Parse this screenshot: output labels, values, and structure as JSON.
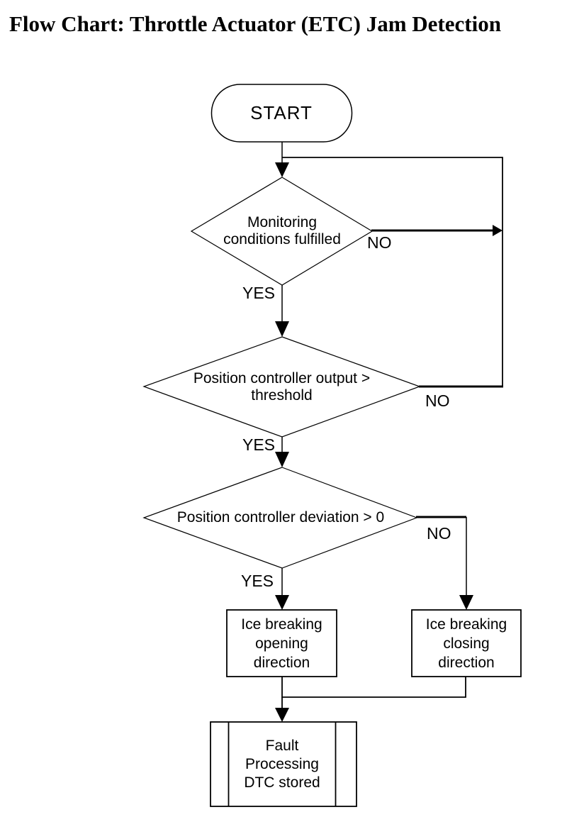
{
  "page": {
    "title": "Flow Chart: Throttle Actuator (ETC) Jam Detection"
  },
  "nodes": {
    "start": {
      "label": "START",
      "shape": "terminator"
    },
    "monitoring": {
      "label": "Monitoring\nconditions fulfilled",
      "shape": "decision"
    },
    "output": {
      "label": "Position controller output >\nthreshold",
      "shape": "decision"
    },
    "deviation": {
      "label": "Position controller deviation > 0",
      "shape": "decision"
    },
    "opening": {
      "label": "Ice breaking\nopening\ndirection",
      "shape": "process"
    },
    "closing": {
      "label": "Ice breaking\nclosing\ndirection",
      "shape": "process"
    },
    "fault": {
      "label": "Fault\nProcessing\nDTC stored",
      "shape": "predefined_process"
    }
  },
  "edge_labels": {
    "monitoring_yes": "YES",
    "monitoring_no": "NO",
    "output_yes": "YES",
    "output_no": "NO",
    "deviation_yes": "YES",
    "deviation_no": "NO"
  },
  "colors": {
    "background": "#ffffff",
    "line": "#000000",
    "text": "#000000"
  }
}
